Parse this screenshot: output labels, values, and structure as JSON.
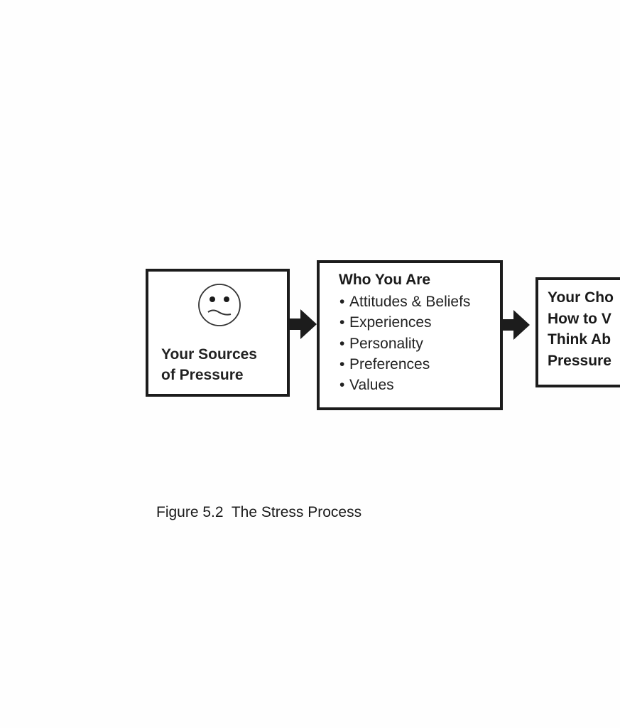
{
  "diagram": {
    "boxes": [
      {
        "id": "sources",
        "icon": "sad-face-icon",
        "label_lines": [
          "Your Sources",
          "of Pressure"
        ]
      },
      {
        "id": "who",
        "title": "Who You Are",
        "items": [
          "Attitudes & Beliefs",
          "Experiences",
          "Personality",
          "Preferences",
          "Values"
        ]
      },
      {
        "id": "choices",
        "label_lines": [
          "Your Cho",
          "How to V",
          "Think Ab",
          "Pressure"
        ]
      }
    ],
    "arrows": [
      {
        "from": "sources",
        "to": "who"
      },
      {
        "from": "who",
        "to": "choices"
      }
    ]
  },
  "caption": "Figure 5.2  The Stress Process",
  "colors": {
    "border": "#1c1c1c",
    "text": "#1a1a1a",
    "background": "#fefefe"
  }
}
